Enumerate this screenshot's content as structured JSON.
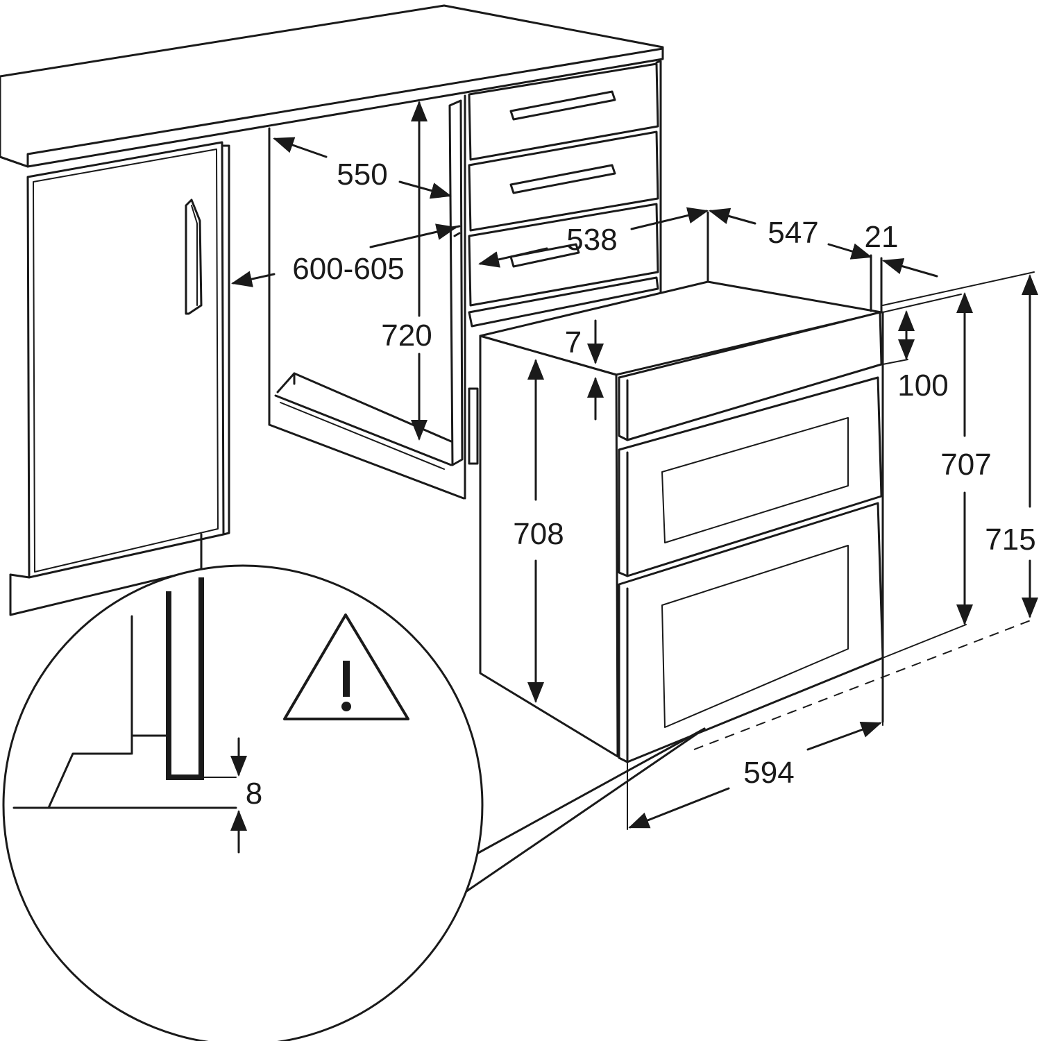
{
  "dimensions": {
    "cavity_depth": "550",
    "cavity_width": "600-605",
    "cavity_height": "720",
    "oven_depth_body": "538",
    "oven_depth_total": "547",
    "front_panel_thickness": "21",
    "top_gap": "7",
    "control_panel_height": "100",
    "body_height": "708",
    "front_height": "707",
    "total_height": "715",
    "oven_width": "594",
    "floor_clearance": "8"
  },
  "icons": {
    "warning": "warning-triangle-icon"
  }
}
